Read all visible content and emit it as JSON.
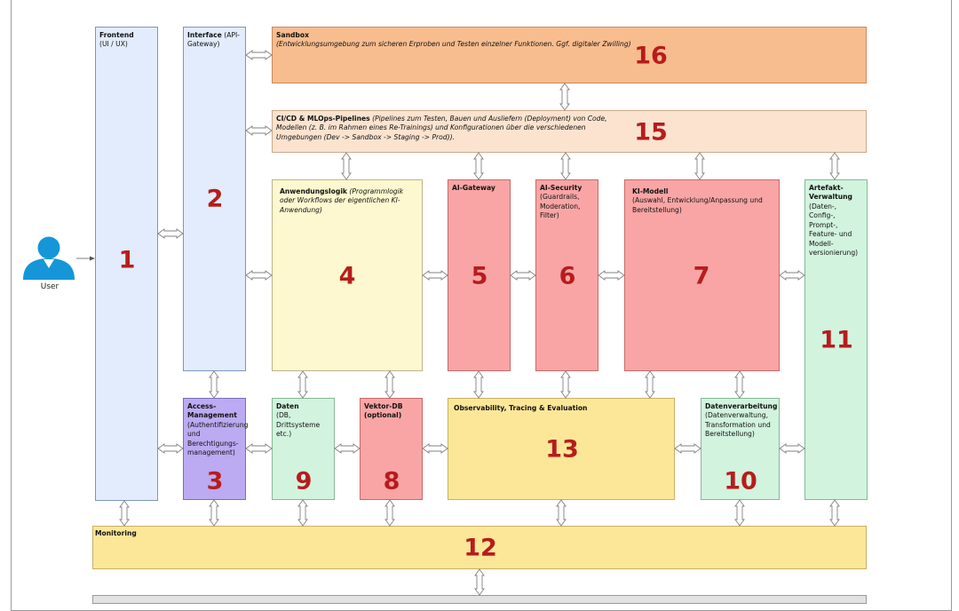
{
  "user": {
    "label": "User"
  },
  "boxes": {
    "frontend": {
      "title": "Frontend",
      "sub": "(UI / UX)",
      "num": "1"
    },
    "interface": {
      "title": "Interface",
      "sub": "(API-Gateway)",
      "num": "2"
    },
    "access": {
      "title": "Access-Management",
      "sub": "(Authentifizierung und Berechtigungs-management)",
      "num": "3"
    },
    "logic": {
      "title": "Anwendungslogik",
      "sub": "(Programmlogik oder Workflows der eigentlichen KI-Anwendung)",
      "num": "4"
    },
    "aigateway": {
      "title": "AI-Gateway",
      "num": "5"
    },
    "aisecurity": {
      "title": "AI-Security",
      "sub": "(Guardrails, Moderation, Filter)",
      "num": "6"
    },
    "kimodell": {
      "title": "KI-Modell",
      "sub": "(Auswahl, Entwicklung/Anpassung und Bereitstellung)",
      "num": "7"
    },
    "vektordb": {
      "title": "Vektor-DB",
      "sub": "(optional)",
      "num": "8"
    },
    "daten": {
      "title": "Daten",
      "sub": "(DB, Drittsysteme etc.)",
      "num": "9"
    },
    "datenverarbeitung": {
      "title": "Datenverarbeitung",
      "sub": "(Datenverwaltung, Transformation und Bereitstellung)",
      "num": "10"
    },
    "artefakt": {
      "title": "Artefakt-Verwaltung",
      "sub": "(Daten-, Config-, Prompt-, Feature- und Modell-versionierung)",
      "num": "11"
    },
    "monitoring": {
      "title": "Monitoring",
      "num": "12"
    },
    "observability": {
      "title": "Observability, Tracing & Evaluation",
      "num": "13"
    },
    "cicd": {
      "title": "CI/CD & MLOps-Pipelines",
      "sub": "(Pipelines zum Testen, Bauen und Ausliefern (Deployment) von Code, Modellen (z. B. im Rahmen eines Re-Trainings) und Konfigurationen über die verschiedenen Umgebungen (Dev -> Sandbox -> Staging -> Prod)).",
      "num": "15"
    },
    "sandbox": {
      "title": "Sandbox",
      "sub": "(Entwicklungsumgebung zum sicheren Erproben und Testen einzelner Funktionen. Ggf. digitaler Zwilling)",
      "num": "16"
    }
  },
  "colors": {
    "number": "#b71c1c",
    "arrow_fill": "#ffffff",
    "arrow_stroke": "#808080"
  }
}
